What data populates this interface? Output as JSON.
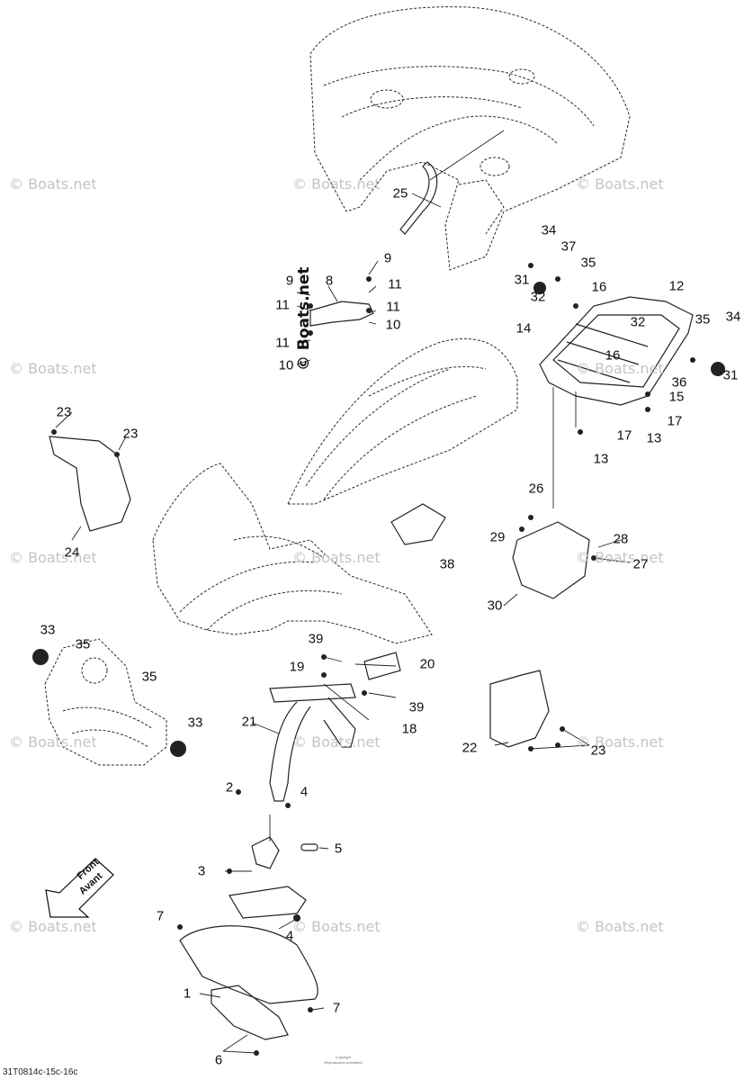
{
  "watermark": {
    "brand": "© Boats.net"
  },
  "part_labels": [
    "1",
    "2",
    "3",
    "4",
    "4",
    "5",
    "6",
    "7",
    "7",
    "8",
    "9",
    "9",
    "10",
    "10",
    "11",
    "11",
    "11",
    "11",
    "12",
    "13",
    "13",
    "14",
    "15",
    "16",
    "16",
    "17",
    "17",
    "18",
    "19",
    "20",
    "21",
    "22",
    "23",
    "23",
    "23",
    "24",
    "25",
    "26",
    "27",
    "28",
    "29",
    "30",
    "31",
    "31",
    "32",
    "32",
    "33",
    "33",
    "34",
    "34",
    "35",
    "35",
    "35",
    "36",
    "37",
    "38",
    "39",
    "39"
  ],
  "direction_arrow": {
    "line1": "Front",
    "line2": "Avant"
  },
  "footer": {
    "drawing_code": "31T0814c-15c-16c",
    "copyright_line1": "Copyright",
    "copyright_line2": "Reproduction prohibited"
  },
  "colors": {
    "line": "#222222",
    "watermark": "#c4c4c4"
  }
}
